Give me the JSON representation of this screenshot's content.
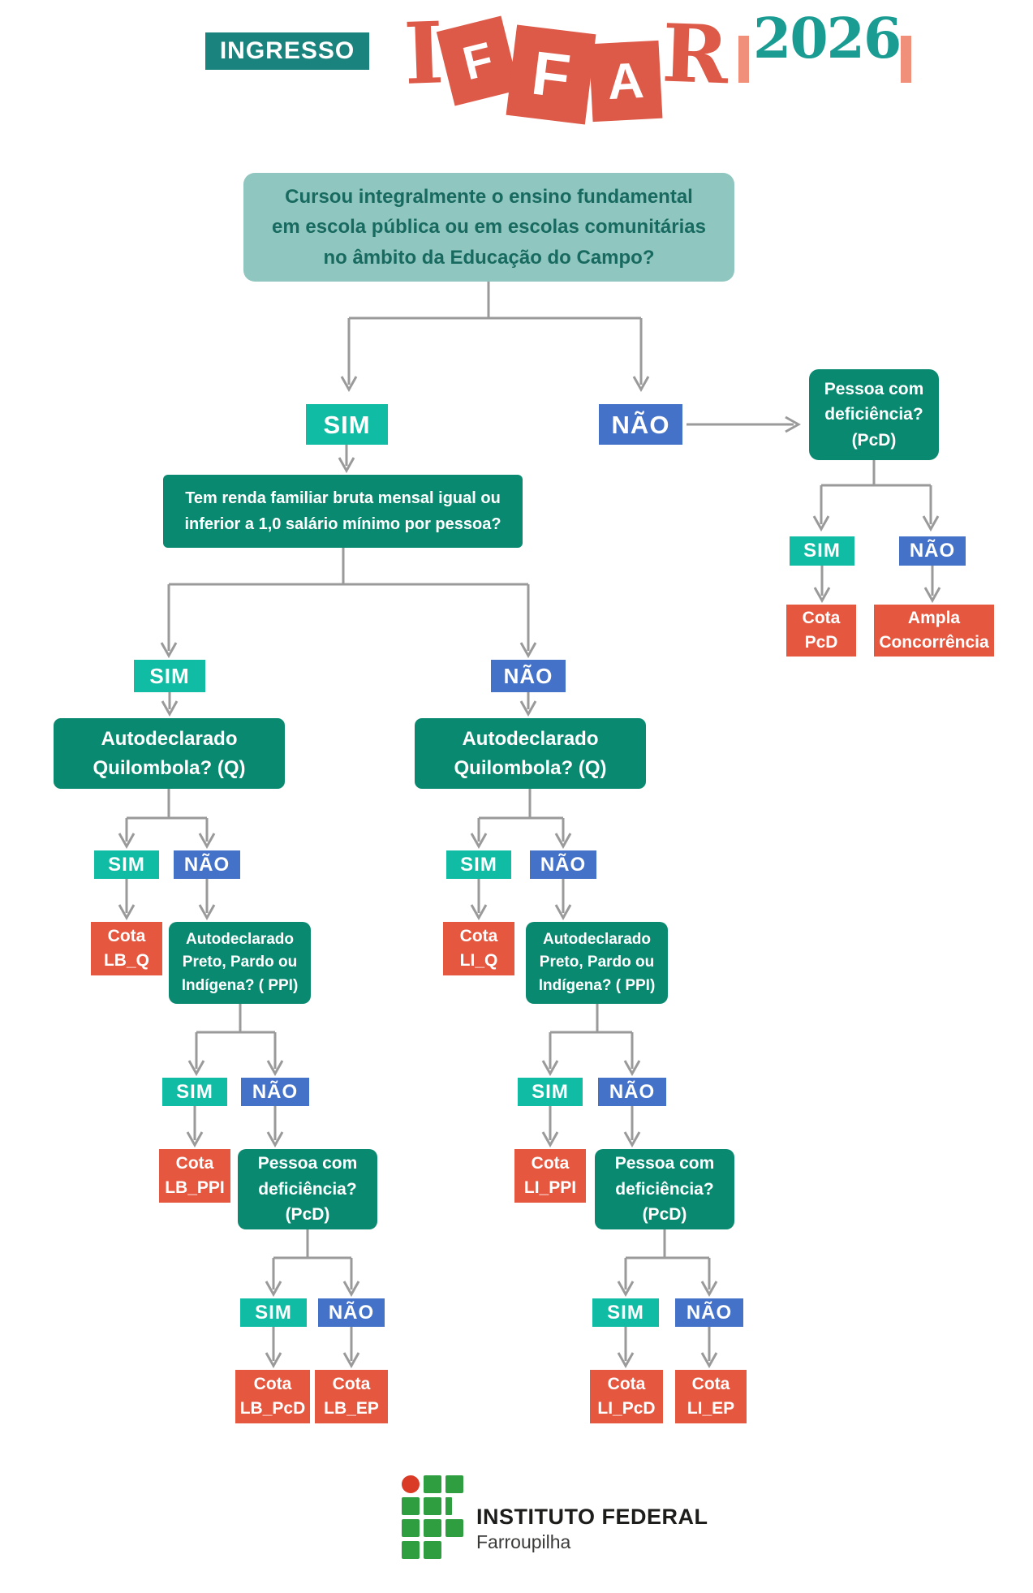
{
  "header": {
    "badge_label": "INGRESSO",
    "logo_i": "I",
    "logo_f1": "F",
    "logo_f2": "F",
    "logo_a": "A",
    "logo_r": "R",
    "logo_year": "2026"
  },
  "labels": {
    "yes": "SIM",
    "no": "NÃO"
  },
  "questions": {
    "root": "Cursou integralmente o ensino fundamental\nem escola pública ou em escolas comunitárias\nno âmbito da Educação do Campo?",
    "income": "Tem renda familiar bruta mensal igual ou\ninferior a 1,0 salário mínimo por pessoa?",
    "quilombola": "Autodeclarado\nQuilombola? (Q)",
    "ppi": "Autodeclarado\nPreto, Pardo ou\nIndígena? ( PPI)",
    "pcd": "Pessoa com\ndeficiência?\n(PcD)"
  },
  "outcomes": {
    "cota_pcd": "Cota\nPcD",
    "ampla": "Ampla\nConcorrência",
    "lb_q": "Cota\nLB_Q",
    "lb_ppi": "Cota\nLB_PPI",
    "lb_pcd": "Cota\nLB_PcD",
    "lb_ep": "Cota\nLB_EP",
    "li_q": "Cota\nLI_Q",
    "li_ppi": "Cota\nLI_PPI",
    "li_pcd": "Cota\nLI_PcD",
    "li_ep": "Cota\nLI_EP"
  },
  "footer": {
    "org": "INSTITUTO FEDERAL",
    "campus": "Farroupilha"
  },
  "colors": {
    "question_box": "#098A70",
    "root_box": "#8FC6BF",
    "yes_badge": "#11BCA4",
    "no_badge": "#4472C8",
    "outcome_box": "#E6573F",
    "logo_red": "#DD5948",
    "logo_salmon": "#F0907B",
    "logo_year_teal": "#1A9C93",
    "connector_gray": "#9A9A9A",
    "if_green": "#2F9E41",
    "if_red": "#D93B26"
  }
}
